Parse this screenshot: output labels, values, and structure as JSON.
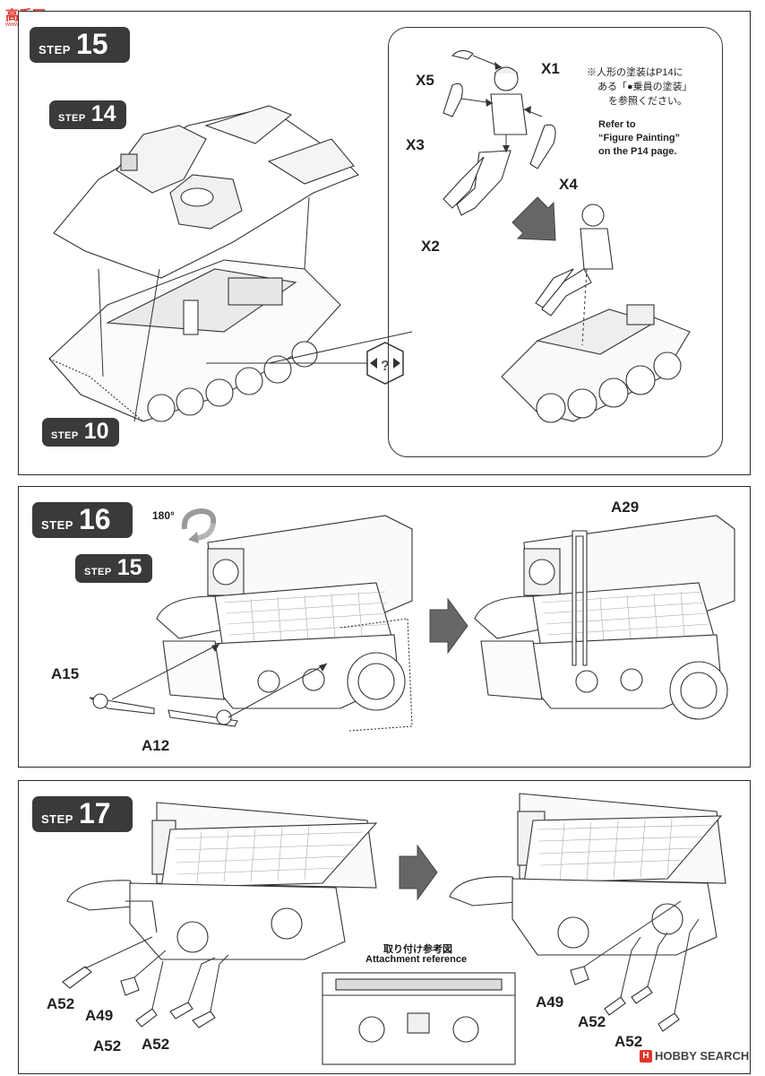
{
  "watermark_top": {
    "cn": "高手网",
    "url": "www.gaoshou.com.cn"
  },
  "watermark_bottom": {
    "brand_prefix": "H",
    "brand": "HOBBY SEARCH"
  },
  "step_word": "STEP",
  "step15": {
    "number": "15",
    "sub_steps": [
      {
        "label": "STEP",
        "number": "14"
      },
      {
        "label": "STEP",
        "number": "10"
      }
    ],
    "parts": [
      "X5",
      "X1",
      "X3",
      "X4",
      "X2"
    ],
    "note_jp_line1": "※人形の塗装はP14に",
    "note_jp_line2": "ある「●乗員の塗装」",
    "note_jp_line3": "を参照ください。",
    "note_en_line1": "Refer to",
    "note_en_line2": "“Figure Painting”",
    "note_en_line3": "on the P14 page."
  },
  "step16": {
    "number": "16",
    "rotation_label": "180°",
    "sub_step": {
      "label": "STEP",
      "number": "15"
    },
    "parts": [
      "A15",
      "A12",
      "A29"
    ]
  },
  "step17": {
    "number": "17",
    "parts_left": [
      "A52",
      "A49",
      "A52",
      "A52"
    ],
    "parts_right": [
      "A49",
      "A52",
      "A52"
    ],
    "ref_jp": "取り付け参考図",
    "ref_en": "Attachment reference"
  }
}
